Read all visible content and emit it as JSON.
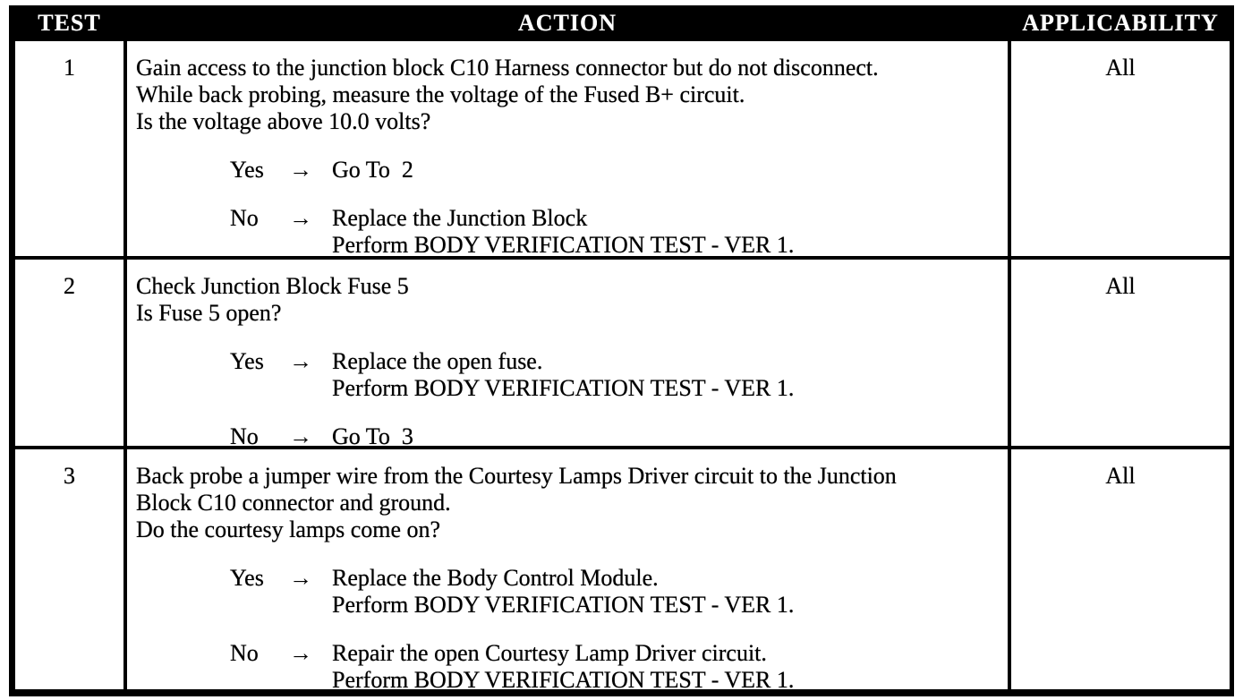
{
  "colors": {
    "header_bg": "#000000",
    "header_text": "#ffffff",
    "body_text": "#000000",
    "border": "#000000",
    "page_bg": "#ffffff"
  },
  "table": {
    "headers": {
      "test": "TEST",
      "action": "ACTION",
      "applicability": "APPLICABILITY"
    },
    "arrow": "→",
    "rows": [
      {
        "test": "1",
        "applicability": "All",
        "description_lines": [
          "Gain access to the junction block C10 Harness connector but do not disconnect.",
          "While back probing, measure the voltage of the Fused B+ circuit.",
          "Is the voltage above 10.0 volts?"
        ],
        "branches": [
          {
            "label": "Yes",
            "lines": [
              "Go To  2"
            ]
          },
          {
            "label": "No",
            "lines": [
              "Replace the Junction Block",
              "Perform BODY VERIFICATION TEST - VER 1."
            ]
          }
        ]
      },
      {
        "test": "2",
        "applicability": "All",
        "description_lines": [
          "Check Junction Block Fuse 5",
          "Is Fuse 5 open?"
        ],
        "branches": [
          {
            "label": "Yes",
            "lines": [
              "Replace the open fuse.",
              "Perform BODY VERIFICATION TEST - VER 1."
            ]
          },
          {
            "label": "No",
            "lines": [
              "Go To  3"
            ]
          }
        ]
      },
      {
        "test": "3",
        "applicability": "All",
        "description_lines": [
          "Back probe a jumper wire from the Courtesy Lamps Driver circuit to the Junction",
          "Block C10 connector and ground.",
          "Do the courtesy lamps come on?"
        ],
        "branches": [
          {
            "label": "Yes",
            "lines": [
              "Replace the Body Control Module.",
              "Perform BODY VERIFICATION TEST - VER 1."
            ]
          },
          {
            "label": "No",
            "lines": [
              "Repair the open Courtesy Lamp Driver circuit.",
              "Perform BODY VERIFICATION TEST - VER 1."
            ]
          }
        ]
      }
    ]
  }
}
